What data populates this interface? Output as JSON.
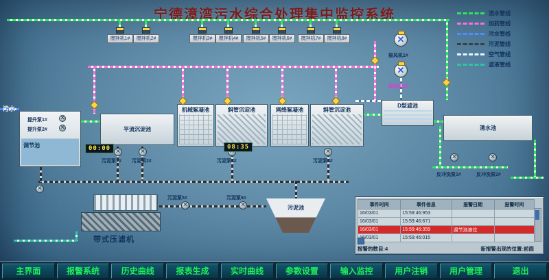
{
  "title": "宁德漳湾污水综合处理集中监控系统",
  "legend": [
    {
      "label": "流水管线",
      "color": "#2ee65a"
    },
    {
      "label": "加药管线",
      "color": "#ff6fd8"
    },
    {
      "label": "污水管线",
      "color": "#4f8cff"
    },
    {
      "label": "污泥管线",
      "color": "#3f3f3f"
    },
    {
      "label": "空气管线",
      "color": "#eef6ff"
    },
    {
      "label": "滤液管线",
      "color": "#2ec8a0"
    }
  ],
  "flow_in_label": "污水",
  "timers": [
    "00:00",
    "08:35"
  ],
  "tanks": {
    "regulating": "调节池",
    "horizontal_sed": "平流沉淀池",
    "mech_floc": "机械絮凝池",
    "inclined_sed_1": "斜管沉淀池",
    "grid_floc": "网络絮凝池",
    "inclined_sed_2": "斜管沉淀池",
    "d_filter": "D型滤池",
    "clear_water": "清水池",
    "sludge": "污泥池",
    "belt_press": "带式压滤机"
  },
  "equipment": {
    "mixers": [
      "搅拌机1#",
      "搅拌机2#",
      "搅拌机3#",
      "搅拌机4#",
      "搅拌机5#",
      "搅拌机6#",
      "搅拌机7#",
      "搅拌机8#"
    ],
    "lift_pumps": [
      "提升泵1#",
      "提升泵2#"
    ],
    "sludge_pumps": [
      "污泥泵1#",
      "污泥泵2#",
      "污泥泵3#",
      "污泥泵4#",
      "污泥泵5#",
      "污泥泵6#"
    ],
    "backwash_pumps": [
      "反冲洗泵1#",
      "反冲洗泵2#"
    ],
    "blowers": [
      "鼓风机1#",
      "鼓风机2#"
    ]
  },
  "alarm_table": {
    "headers": [
      "事件时间",
      "事件信息",
      "报警日期",
      "报警时间"
    ],
    "rows": [
      [
        "16/03/01",
        "15:59:46:953",
        "",
        ""
      ],
      [
        "16/03/01",
        "15:59:46:671",
        "",
        ""
      ],
      [
        "16/03/01",
        "15:59:46:359",
        "调节池液位",
        ""
      ],
      [
        "16/03/01",
        "15:59:46:015",
        "",
        ""
      ]
    ],
    "alert_row_index": 2,
    "footer_count": "报警的数目:4",
    "footer_position": "新报警出现的位置:前面"
  },
  "menu": [
    "主界面",
    "报警系统",
    "历史曲线",
    "报表生成",
    "实时曲线",
    "参数设置",
    "输入监控",
    "用户注销",
    "用户管理",
    "退出"
  ]
}
